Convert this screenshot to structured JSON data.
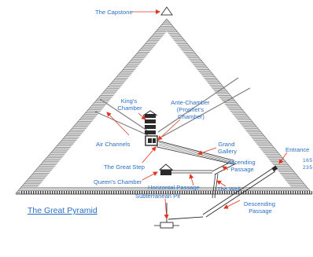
{
  "caption": "The Great Pyramid",
  "labels": {
    "capstone": "The Capstone",
    "kings_chamber": [
      "King's",
      "Chamber"
    ],
    "ante_chamber": [
      "Ante-Chamber",
      "(Prophet's",
      "Chamber)"
    ],
    "air_channels": "Air Channels",
    "grand_gallery": [
      "Grand",
      "Gallery"
    ],
    "ascending_passage": [
      "Ascending",
      "Passage"
    ],
    "entrance": "Entrance",
    "the_great_step": "The Great Step",
    "queens_chamber": "Queen's Chamber",
    "horizontal_passage": "Horizontal Passage",
    "the_well": "The Well",
    "subterranean_pit": "Subterranean Pit",
    "descending_passage": [
      "Descending",
      "Passage"
    ]
  },
  "entrance_numbers": [
    "165",
    "235"
  ],
  "colors": {
    "label": "#2b6fc6",
    "arrow": "#e2341f",
    "masonry": "#7a7a7a",
    "hatching": "#3a3a3a"
  }
}
